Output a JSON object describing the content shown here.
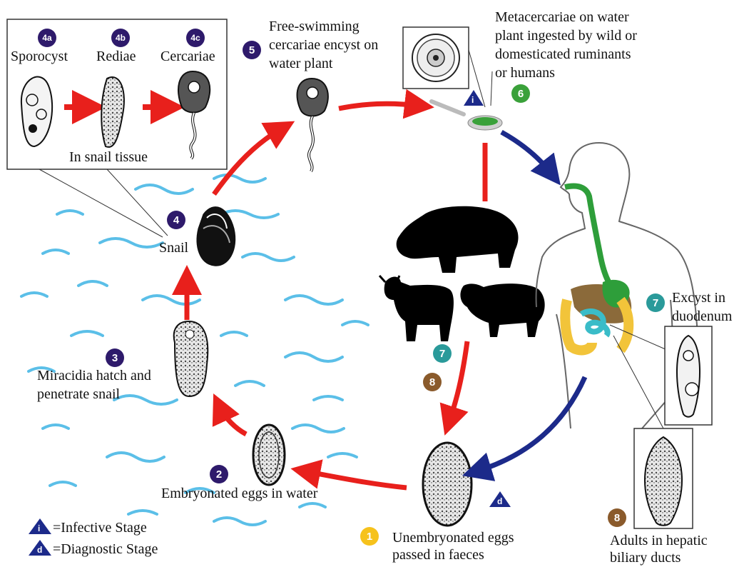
{
  "stages": {
    "s4a": {
      "badge": "4a",
      "label": "Sporocyst"
    },
    "s4b": {
      "badge": "4b",
      "label": "Rediae"
    },
    "s4c": {
      "badge": "4c",
      "label": "Cercariae"
    },
    "in_snail_tissue": "In snail tissue",
    "s5": {
      "badge": "5",
      "line1": "Free-swimming",
      "line2": "cercariae encyst on",
      "line3": "water plant"
    },
    "s6": {
      "badge": "6",
      "line1": "Metacercariae on water",
      "line2": "plant ingested by wild or",
      "line3": "domesticated ruminants",
      "line4": "or humans"
    },
    "s4": {
      "badge": "4",
      "label": "Snail"
    },
    "s3": {
      "badge": "3",
      "line1": "Miracidia hatch and",
      "line2": "penetrate snail"
    },
    "s2": {
      "badge": "2",
      "label": "Embryonated eggs in water"
    },
    "s1": {
      "badge": "1",
      "line1": "Unembryonated eggs",
      "line2": "passed in faeces"
    },
    "s7": {
      "badge": "7",
      "line1": "Excyst in",
      "line2": "duodenum"
    },
    "s8": {
      "badge": "8",
      "line1": "Adults in hepatic",
      "line2": "biliary ducts"
    },
    "animal_badge7": "7",
    "animal_badge8": "8"
  },
  "legend": {
    "infective_symbol": "i",
    "infective_label": "=Infective Stage",
    "diagnostic_symbol": "d",
    "diagnostic_label": "=Diagnostic Stage"
  },
  "colors": {
    "red_arrow": "#e8201c",
    "blue_arrow": "#1c2a8a",
    "water": "#5bbfe8",
    "purple": "#2e1a6b"
  }
}
